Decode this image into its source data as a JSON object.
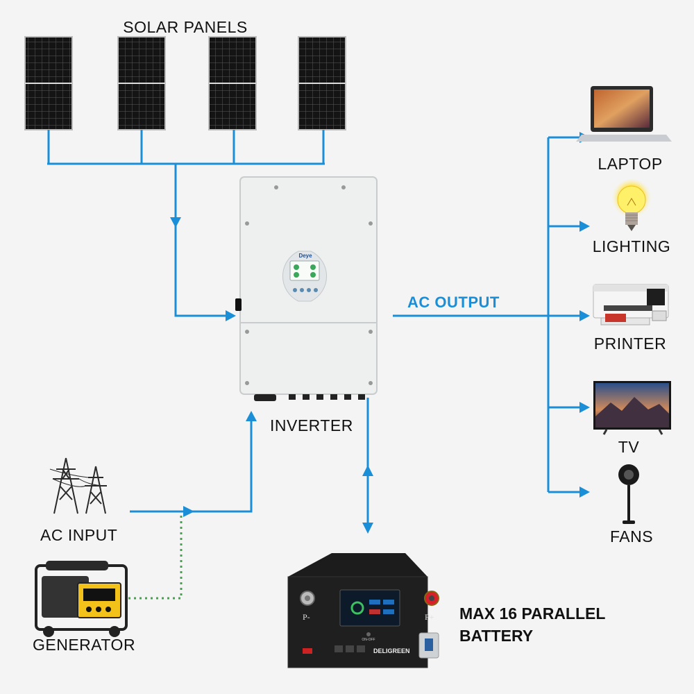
{
  "labels": {
    "solar_panels": "SOLAR PANELS",
    "inverter": "INVERTER",
    "ac_output": "AC OUTPUT",
    "ac_input": "AC INPUT",
    "generator": "GENERATOR",
    "laptop": "LAPTOP",
    "lighting": "LIGHTING",
    "printer": "PRINTER",
    "tv": "TV",
    "fans": "FANS",
    "battery_line1": "MAX 16 PARALLEL",
    "battery_line2": "BATTERY"
  },
  "inverter_brand": "Deye",
  "battery": {
    "brand": "DELIGREEN",
    "terminal_neg": "P-",
    "terminal_pos": "P+",
    "switch_label": "ON-OFF"
  },
  "colors": {
    "wire": "#1a8fd8",
    "ac_output_text": "#1a8fd8",
    "generator_wire": "#39a845",
    "battery_body": "#1c1c1c",
    "inverter_body": "#eef0f0"
  },
  "icons": [
    "solar-panel-icon",
    "inverter-icon",
    "power-tower-icon",
    "generator-icon",
    "battery-icon",
    "laptop-icon",
    "light-bulb-icon",
    "printer-icon",
    "tv-icon",
    "fan-icon"
  ]
}
